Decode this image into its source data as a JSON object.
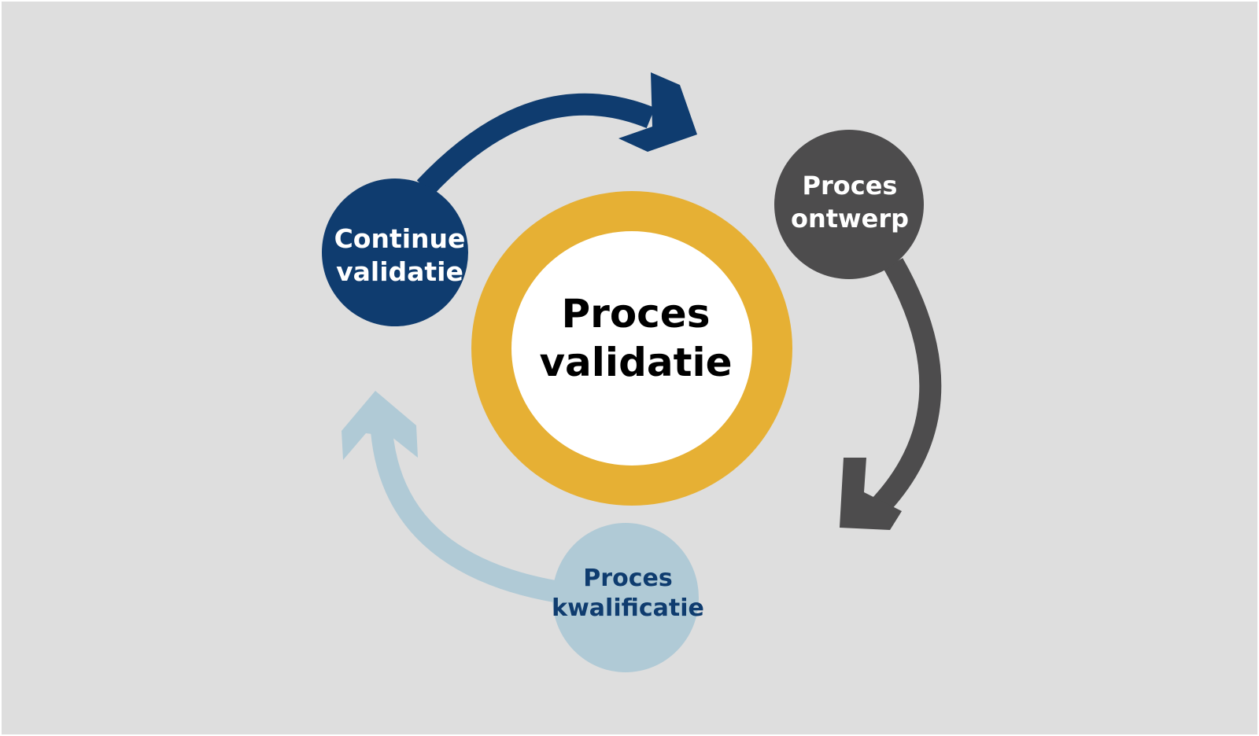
{
  "center": {
    "line1": "Proces",
    "line2": "validatie"
  },
  "nodes": [
    {
      "line1": "Continue",
      "line2": "validatie"
    },
    {
      "line1": "Proces",
      "line2": "ontwerp"
    },
    {
      "line1": "Proces",
      "line2": "kwalificatie"
    }
  ],
  "colors": {
    "background": "#dedede",
    "ring": "#e6b034",
    "center_fill": "#ffffff",
    "center_text": "#000000",
    "continue_validatie": "#0f3c6f",
    "proces_ontwerp": "#4d4c4d",
    "proces_kwalificatie": "#b0cad6",
    "node_text_light": "#ffffff",
    "node_text_dark": "#0f3c6f"
  },
  "flow": [
    "Continue validatie → Proces ontwerp",
    "Proces ontwerp → Proces kwalificatie",
    "Proces kwalificatie → Continue validatie"
  ]
}
